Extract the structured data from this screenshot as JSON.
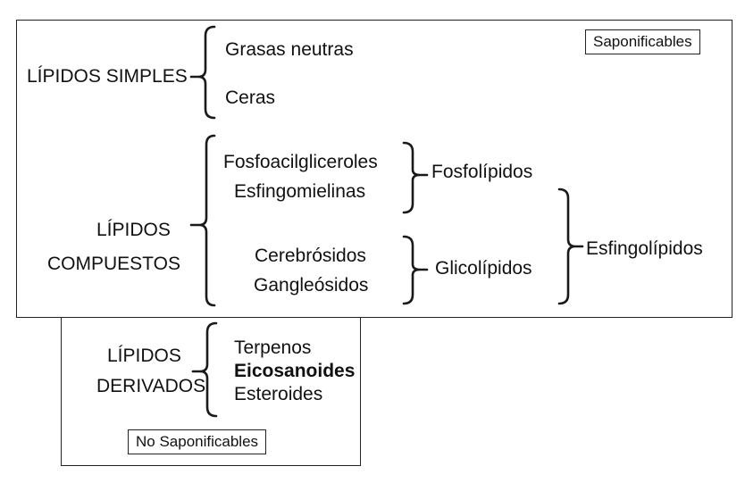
{
  "labels": {
    "saponificables": "Saponificables",
    "no_saponificables": "No Saponificables",
    "lipidos_simples": "LÍPIDOS SIMPLES",
    "grasas_neutras": "Grasas neutras",
    "ceras": "Ceras",
    "lipidos_compuestos_1": "LÍPIDOS",
    "lipidos_compuestos_2": "COMPUESTOS",
    "fosfoacilgliceroles": "Fosfoacilgliceroles",
    "esfingomielinas": "Esfingomielinas",
    "fosfolipidos": "Fosfolípidos",
    "cerebrosidos": "Cerebrósidos",
    "gangleosidos": "Gangleósidos",
    "glicolipidos": "Glicolípidos",
    "esfingolipidos": "Esfingolípidos",
    "lipidos_derivados_1": "LÍPIDOS",
    "lipidos_derivados_2": "DERIVADOS",
    "terpenos": "Terpenos",
    "eicosanoides": "Eicosanoides",
    "esteroides": "Esteroides"
  }
}
